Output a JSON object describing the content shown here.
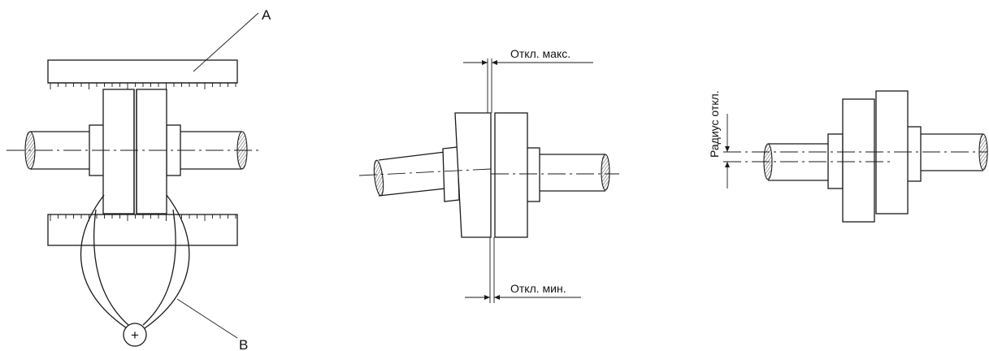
{
  "labels": {
    "a": "A",
    "b": "B",
    "max_deviation": "Откл. макс.",
    "min_deviation": "Откл. мин.",
    "radius_deviation": "Радиус откл."
  },
  "icons": {
    "caliper_pivot": "plus"
  },
  "colors": {
    "line": "#1a1a1a",
    "background": "#ffffff"
  }
}
